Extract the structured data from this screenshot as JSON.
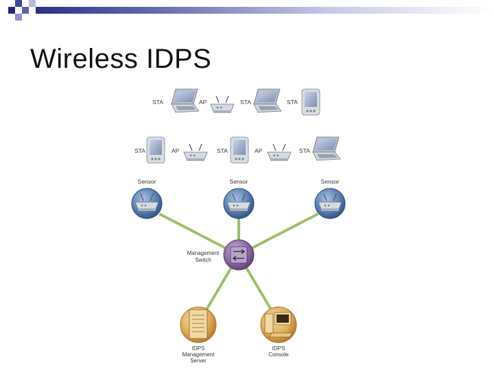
{
  "slide": {
    "title": "Wireless IDPS"
  },
  "colors": {
    "link": "#9cc066",
    "sensor": "#4f74a8",
    "switch": "#7d5a91",
    "server": "#d9a24a",
    "header_gradient_dark": "#2a2f84",
    "header_gradient_light": "#ffffff"
  },
  "diagram": {
    "row1": [
      "STA",
      "AP",
      "STA",
      "STA"
    ],
    "row2": [
      "STA",
      "AP",
      "STA",
      "AP",
      "STA"
    ],
    "sensor_label": "Sensor",
    "switch_label": [
      "Management",
      "Switch"
    ],
    "server_label": [
      "IDPS",
      "Management",
      "Server"
    ],
    "console_label": [
      "IDPS",
      "Console"
    ]
  }
}
